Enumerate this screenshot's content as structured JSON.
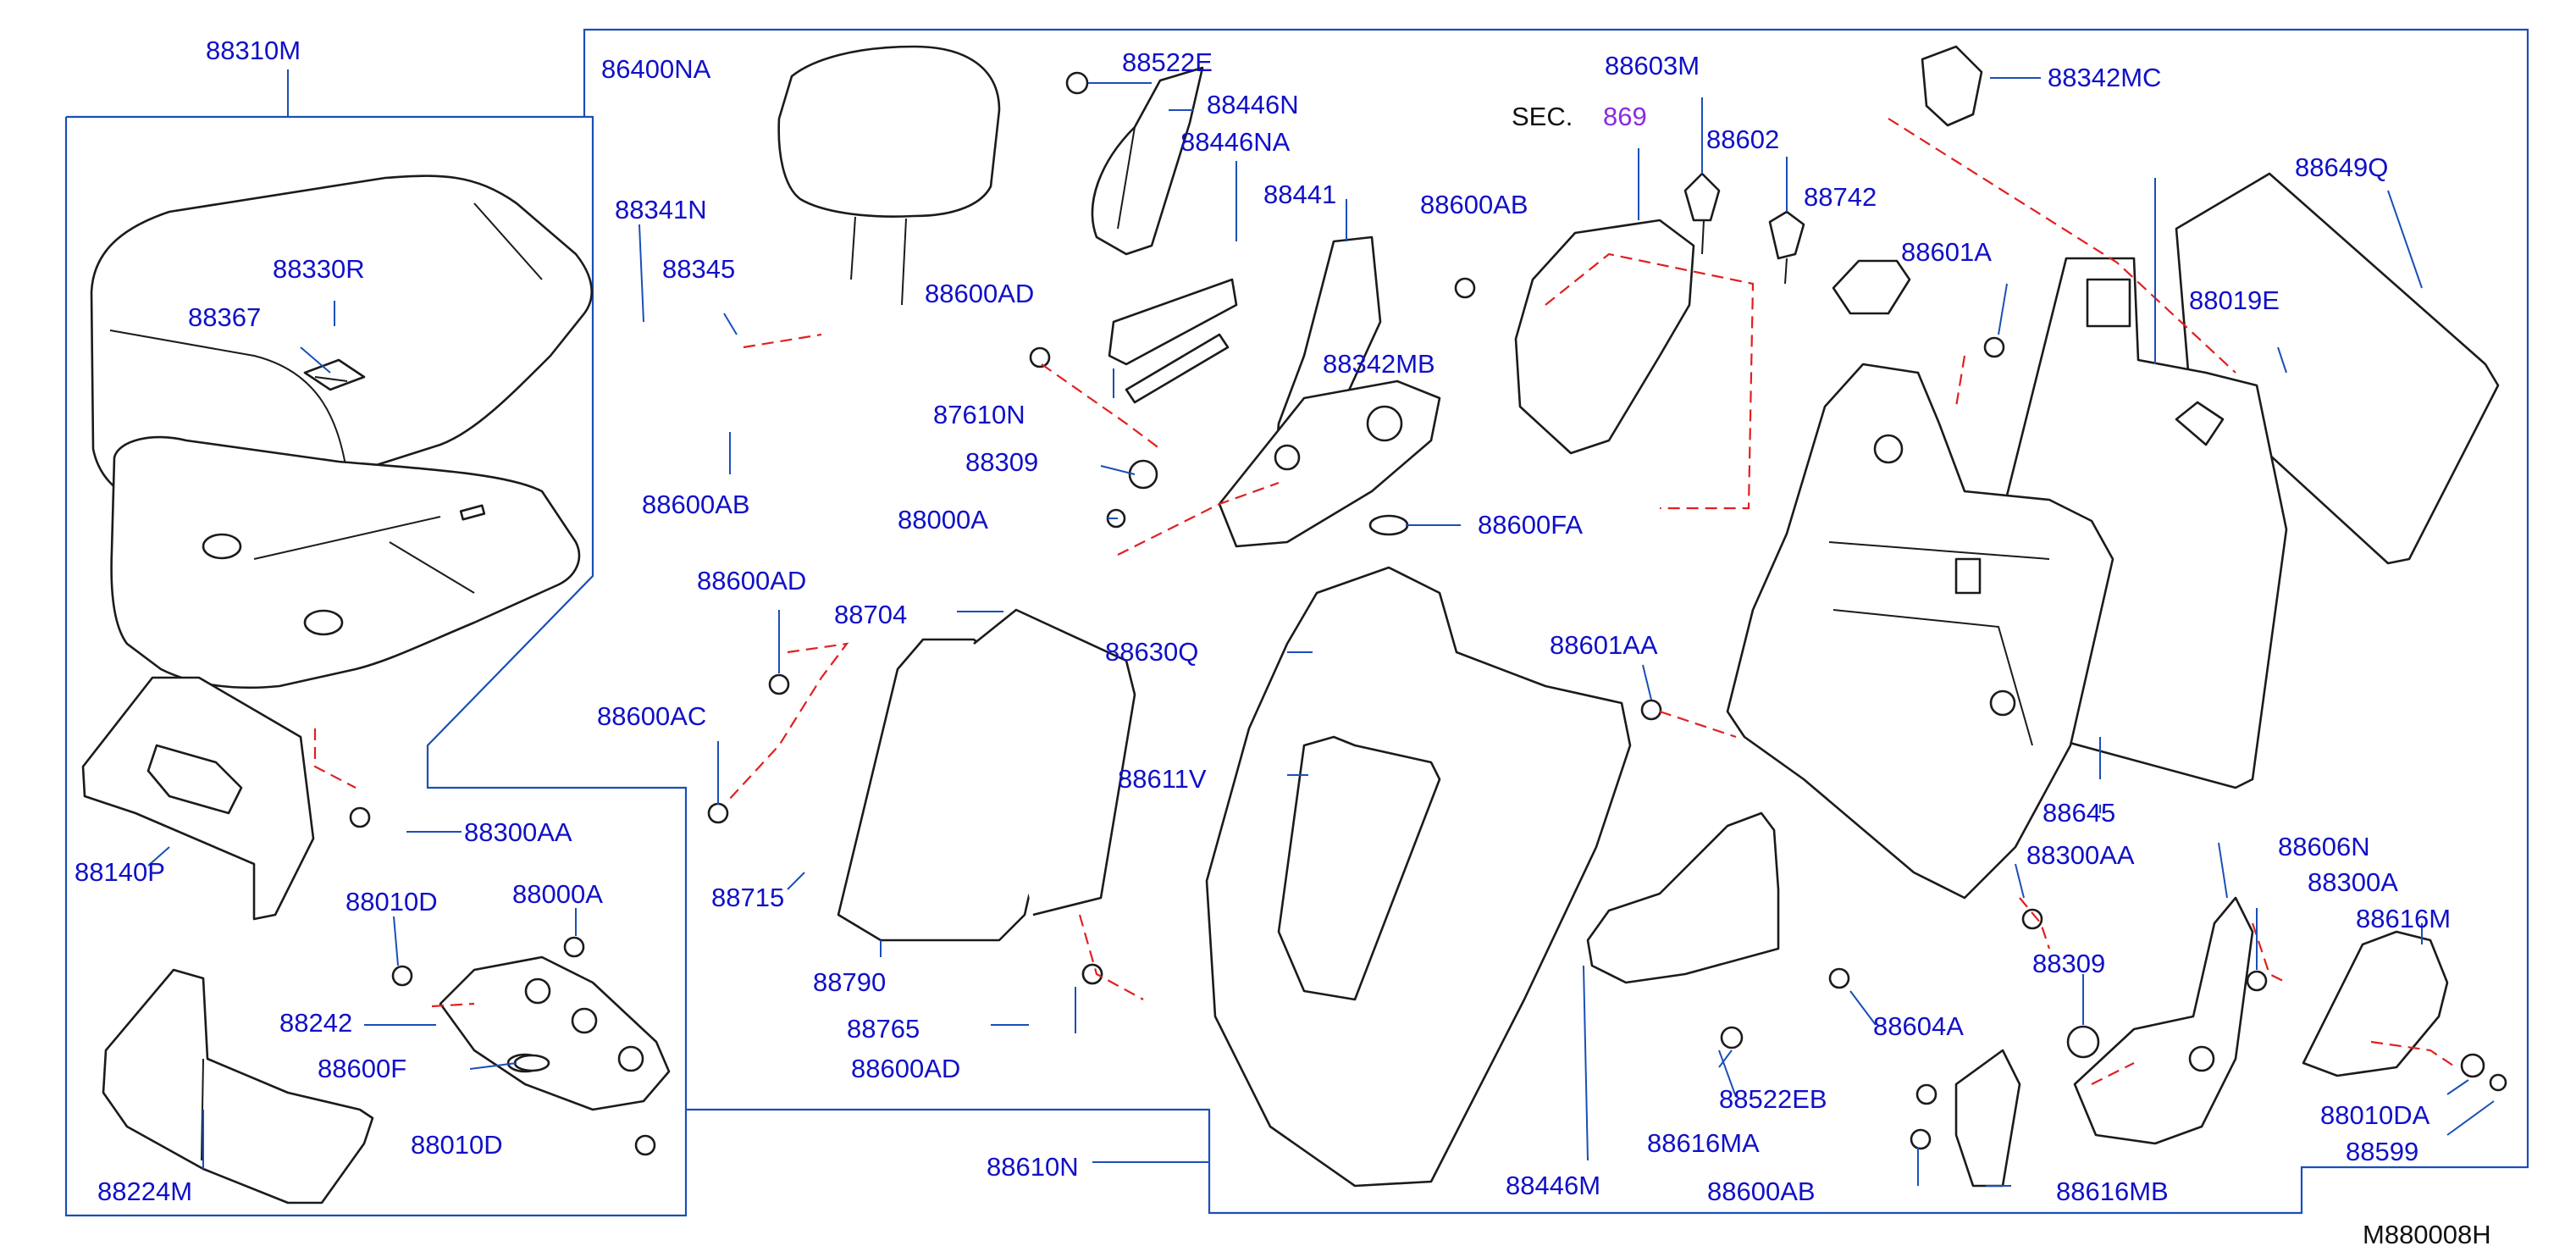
{
  "diagram_id": "M880008H",
  "section_ref": {
    "prefix": "SEC.",
    "number": "869"
  },
  "labels": {
    "88310M": "88310M",
    "86400NA": "86400NA",
    "88522E": "88522E",
    "88446N": "88446N",
    "88446NA": "88446NA",
    "88603M": "88603M",
    "88342MC": "88342MC",
    "88341N": "88341N",
    "88602": "88602",
    "88649Q": "88649Q",
    "88330R": "88330R",
    "88345": "88345",
    "88441": "88441",
    "88600AB_1": "88600AB",
    "88742": "88742",
    "88367": "88367",
    "88600AD_1": "88600AD",
    "88601A": "88601A",
    "88019E": "88019E",
    "88342MB": "88342MB",
    "87610N": "87610N",
    "88600AB_2": "88600AB",
    "88309_1": "88309",
    "88000A_1": "88000A",
    "88600FA": "88600FA",
    "88600AD_2": "88600AD",
    "88704": "88704",
    "88630Q": "88630Q",
    "88601AA": "88601AA",
    "88600AC": "88600AC",
    "88611V": "88611V",
    "88300AA_1": "88300AA",
    "88645": "88645",
    "88140P": "88140P",
    "88715": "88715",
    "88606N": "88606N",
    "88300AA_2": "88300AA",
    "88010D_1": "88010D",
    "88000A_2": "88000A",
    "88300A": "88300A",
    "88616M": "88616M",
    "88309_2": "88309",
    "88790": "88790",
    "88242": "88242",
    "88765": "88765",
    "88604A": "88604A",
    "88600F": "88600F",
    "88600AD_3": "88600AD",
    "88522EB": "88522EB",
    "88010DA": "88010DA",
    "88010D_2": "88010D",
    "88616MA": "88616MA",
    "88599": "88599",
    "88610N": "88610N",
    "88224M": "88224M",
    "88446M": "88446M",
    "88600AB_3": "88600AB",
    "88616MB": "88616MB"
  },
  "colors": {
    "label_text": "#1010c8",
    "leader_lines": "#1a4fb8",
    "hidden_lines": "#e02020",
    "part_outline": "#1b1b1b",
    "section_number": "#8a2be2"
  }
}
